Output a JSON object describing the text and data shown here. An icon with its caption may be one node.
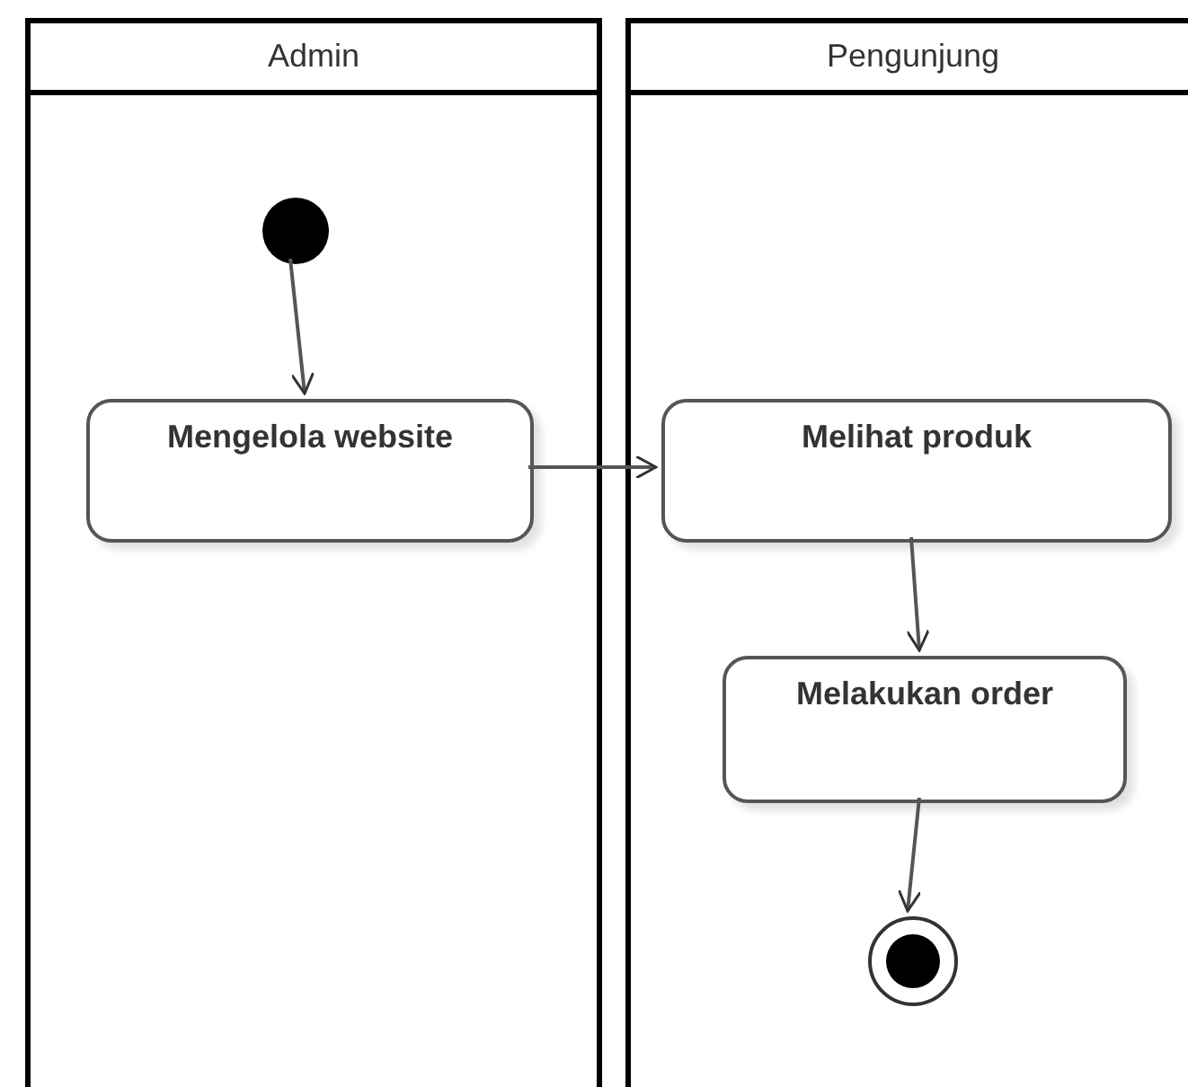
{
  "diagram": {
    "nodes": [
      {
        "text": [
          "Admin"
        ]
      },
      {
        "text": [
          "Pengunjung"
        ]
      },
      {
        "text": [],
        "shape": "circle",
        "in": 0
      },
      {
        "text": [
          "Mengelola website"
        ],
        "in": 0
      },
      {
        "text": [
          "Melihat produk"
        ],
        "in": 1
      },
      {
        "text": [
          "Melakukan order"
        ],
        "in": 1
      },
      {
        "text": [],
        "shape": "circle",
        "in": 1
      }
    ],
    "edges": [
      {
        "from": 2,
        "to": 3,
        "arrow": "to"
      },
      {
        "from": 3,
        "to": 4,
        "arrow": "to"
      },
      {
        "from": 4,
        "to": 5,
        "arrow": "to"
      },
      {
        "from": 5,
        "to": 6,
        "arrow": "to"
      }
    ]
  }
}
